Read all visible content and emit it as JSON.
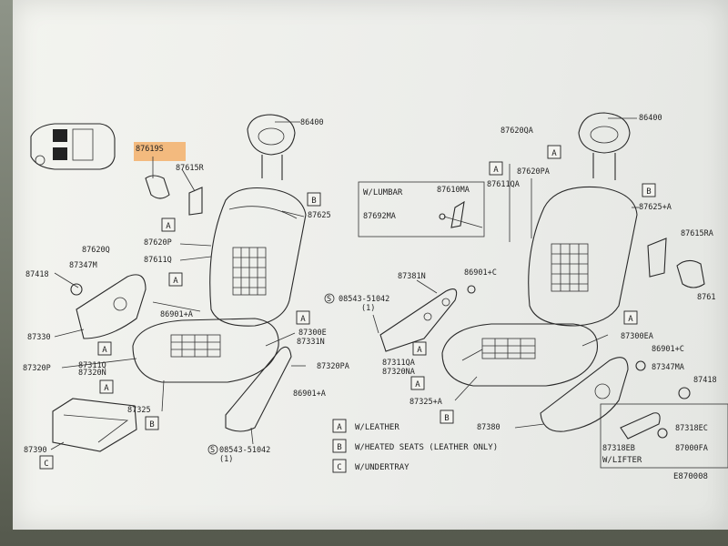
{
  "parts": {
    "p86400_l": "86400",
    "p86400_r": "86400",
    "p87619s": "87619S",
    "p87615r": "87615R",
    "p87620q": "87620Q",
    "p87620p": "87620P",
    "p87611q": "87611Q",
    "p87625": "87625",
    "p87418_l": "87418",
    "p87347m": "87347M",
    "p87330": "87330",
    "p87311q": "87311Q",
    "p87320p": "87320P",
    "p87320n": "87320N",
    "p87325": "87325",
    "p87390": "87390",
    "p86901a_l": "86901+A",
    "p86901a_m": "86901+A",
    "p87300e": "87300E",
    "p87331n": "87331N",
    "p87320pa": "87320PA",
    "p87381n": "87381N",
    "p86901c_m": "86901+C",
    "p08543_top": "08543-51042",
    "p08543_top_q": "(1)",
    "p08543_bot": "08543-51042",
    "p08543_bot_q": "(1)",
    "p87311qa": "87311QA",
    "p87320na": "87320NA",
    "p87325a": "87325+A",
    "p87380": "87380",
    "p87620qa": "87620QA",
    "p87620pa": "87620PA",
    "p87611qa": "87611QA",
    "p87610ma": "87610MA",
    "p87692ma": "87692MA",
    "p87625a": "87625+A",
    "p87615ra": "87615RA",
    "p8761x": "8761",
    "p87300ea": "87300EA",
    "p86901c_r": "86901+C",
    "p87347ma": "87347MA",
    "p87418_r": "87418",
    "p87318ec": "87318EC",
    "p87318eb": "87318EB",
    "p87000fa": "87000FA",
    "lumbar": "W/LUMBAR",
    "lifter": "W/LIFTER"
  },
  "markers": {
    "A": "A",
    "B": "B",
    "C": "C"
  },
  "legend": [
    {
      "key": "A",
      "text": "W/LEATHER"
    },
    {
      "key": "B",
      "text": "W/HEATED SEATS (LEATHER ONLY)"
    },
    {
      "key": "C",
      "text": "W/UNDERTRAY"
    }
  ],
  "drawing_code": "E870008",
  "highlight_color": "#f3b06a"
}
